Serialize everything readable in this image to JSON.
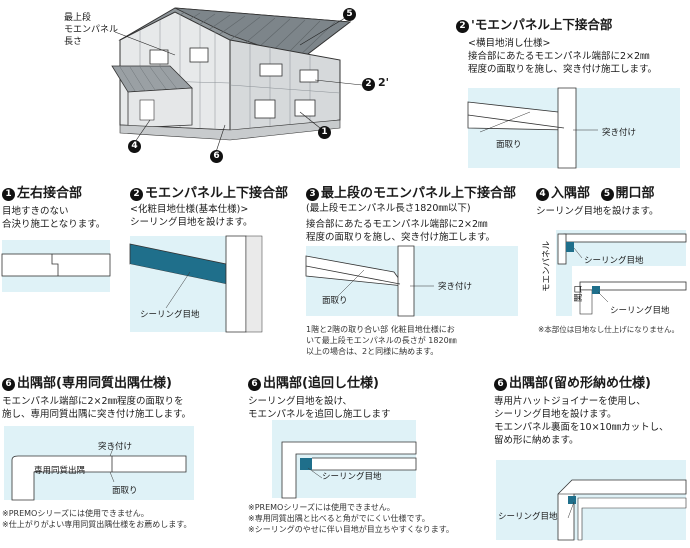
{
  "house": {
    "callout_label": "最上段\nモエンパネル\n長さ",
    "markers": [
      "5",
      "2",
      "2'",
      "1",
      "4",
      "6"
    ]
  },
  "s2p": {
    "badge": "2",
    "title": "'モエンパネル上下接合部",
    "subtitle": "<横目地消し仕様>",
    "desc": [
      "接合部にあたるモエンパネル端部に2×2㎜",
      "程度の面取りを施し、突き付け施工します。"
    ],
    "label_butt": "突き付け",
    "label_chamfer": "面取り"
  },
  "s1": {
    "badge": "1",
    "title": "左右接合部",
    "desc": [
      "目地すきのない",
      "合決り施工となります。"
    ]
  },
  "s2": {
    "badge": "2",
    "title": "モエンパネル上下接合部",
    "subtitle": "<化粧目地仕様(基本仕様)>",
    "desc": "シーリング目地を設けます。",
    "label_sealing": "シーリング目地"
  },
  "s3": {
    "badge": "3",
    "title": "最上段のモエンパネル上下接合部",
    "subtitle": "(最上段モエンパネル長さ1820㎜以下)",
    "desc": [
      "接合部にあたるモエンパネル端部に2×2㎜",
      "程度の面取りを施し、突き付け施工します。"
    ],
    "label_butt": "突き付け",
    "label_chamfer": "面取り",
    "note": [
      "1階と2階の取り合い部 化粧目地仕様にお",
      "いて最上段モエンパネルの長さが 1820㎜",
      "以上の場合は、2と同様に納めます。"
    ]
  },
  "s45": {
    "badge4": "4",
    "title4": "入隅部",
    "badge5": "5",
    "title5": "開口部",
    "desc": "シーリング目地を設けます。",
    "label_panel": "モエンパネル",
    "label_sealing1": "シーリング目地",
    "label_opening": "開口",
    "label_sealing2": "シーリング目地",
    "note": "※本部位は目地なし仕上げになりません。"
  },
  "s6a": {
    "badge": "6",
    "title": "出隅部(専用同質出隅仕様)",
    "desc": [
      "モエンパネル端部に2×2㎜程度の面取りを",
      "施し、専用同質出隅に突き付け施工します。"
    ],
    "label_butt": "突き付け",
    "label_corner": "専用同質出隅",
    "label_chamfer": "面取り",
    "notes": [
      "※PREMOシリーズには使用できません。",
      "※仕上がりがよい専用同質出隅仕様をお薦めします。"
    ]
  },
  "s6b": {
    "badge": "6",
    "title": "出隅部(追回し仕様)",
    "desc": [
      "シーリング目地を設け、",
      "モエンパネルを追回し施工します"
    ],
    "label_sealing": "シーリング目地",
    "notes": [
      "※PREMOシリーズには使用できません。",
      "※専用同質出隅と比べると角がでにくい仕様です。",
      "※シーリングのやせに伴い目地が目立ちやすくなります。"
    ]
  },
  "s6c": {
    "badge": "6",
    "title": "出隅部(留め形納め仕様)",
    "desc": [
      "専用片ハットジョイナーを使用し、",
      "シーリング目地を設けます。",
      "モエンパネル裏面を10×10㎜カットし、",
      "留め形に納めます。"
    ],
    "label_sealing": "シーリング目地"
  },
  "colors": {
    "panel_bg": "#dff2f7",
    "sealing": "#1f6f8b",
    "line": "#333333"
  }
}
